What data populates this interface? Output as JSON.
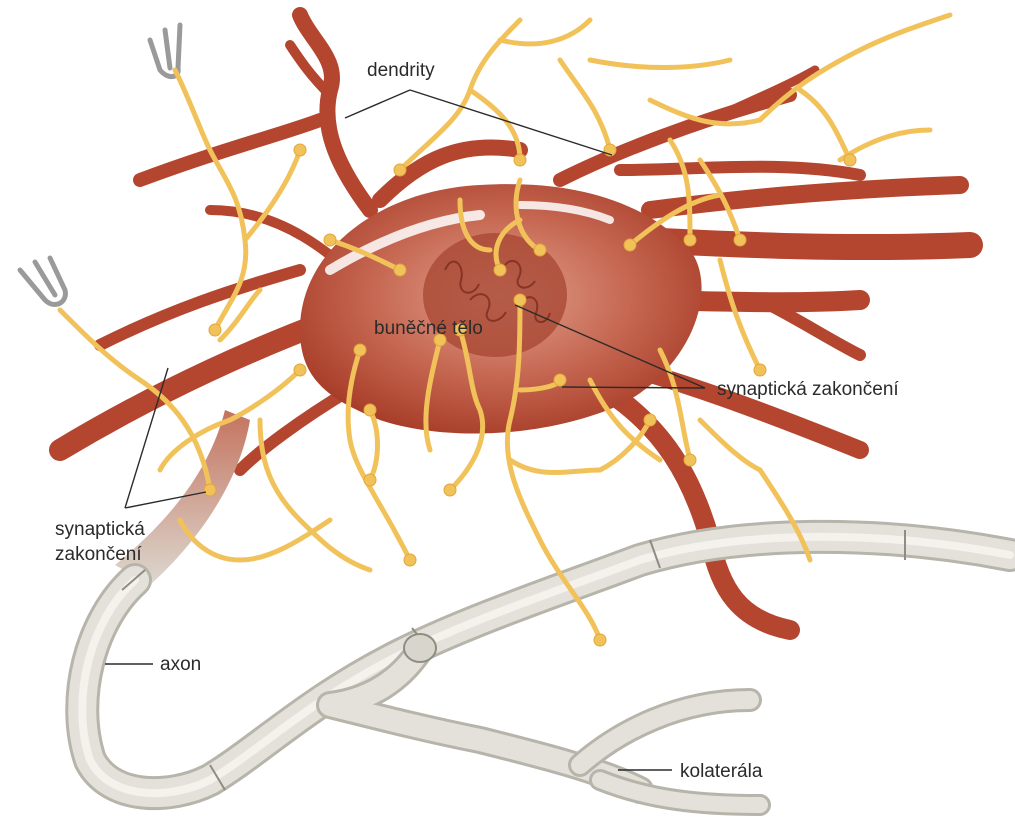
{
  "labels": {
    "dendrites": "dendrity",
    "cell_body": "buněčné tělo",
    "synapses_right": "synaptická zakončení",
    "synapses_left_line1": "synaptická",
    "synapses_left_line2": "zakončení",
    "axon": "axon",
    "collateral": "kolaterála"
  },
  "colors": {
    "neuron": "#b4452f",
    "neuron_light": "#e2a08e",
    "terminals": "#f2c25a",
    "axon_sheath": "#e3e1da",
    "axon_outline": "#b7b4aa"
  }
}
